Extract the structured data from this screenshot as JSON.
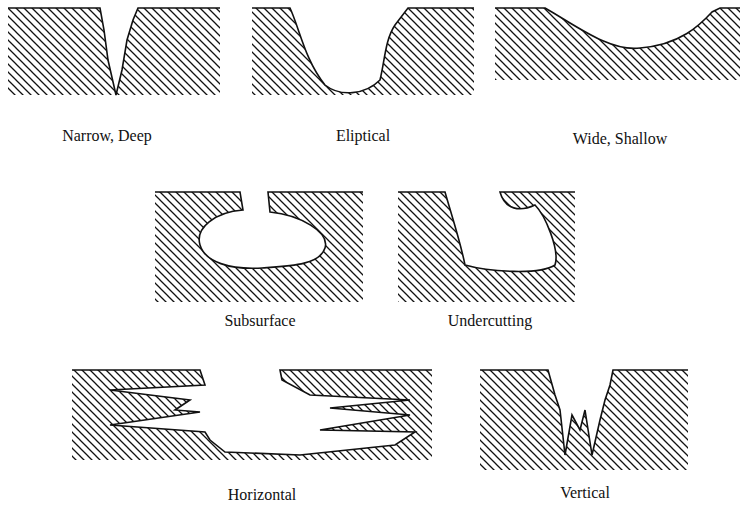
{
  "diagram": {
    "labels": [
      "Narrow, Deep",
      "Eliptical",
      "Wide, Shallow",
      "Subsurface",
      "Undercutting",
      "Horizontal",
      "Vertical"
    ]
  }
}
